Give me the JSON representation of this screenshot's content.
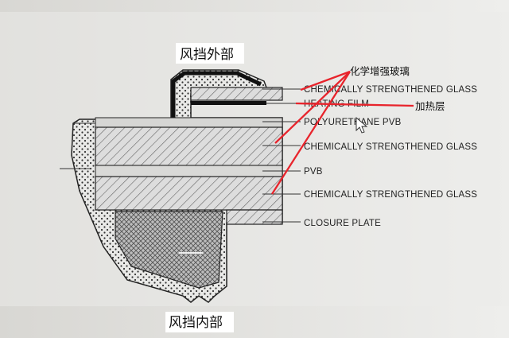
{
  "annotations": {
    "outer_label": "风挡外部",
    "inner_label": "风挡内部",
    "chem_glass_cn": "化学增强玻璃",
    "heating_cn": "加热层"
  },
  "layers": [
    {
      "id": "glass1",
      "label": "CHEMICALLY STRENGTHENED GLASS"
    },
    {
      "id": "heating",
      "label": "HEATING FILM"
    },
    {
      "id": "pu",
      "label": "POLYURETHANE PVB"
    },
    {
      "id": "glass2",
      "label": "CHEMICALLY STRENGTHENED GLASS"
    },
    {
      "id": "pvb",
      "label": "PVB"
    },
    {
      "id": "glass3",
      "label": "CHEMICALLY STRENGTHENED GLASS"
    },
    {
      "id": "closure",
      "label": "CLOSURE PLATE"
    }
  ],
  "colors": {
    "annotation_red": "#e8242c",
    "background": "#e6e5e2"
  }
}
